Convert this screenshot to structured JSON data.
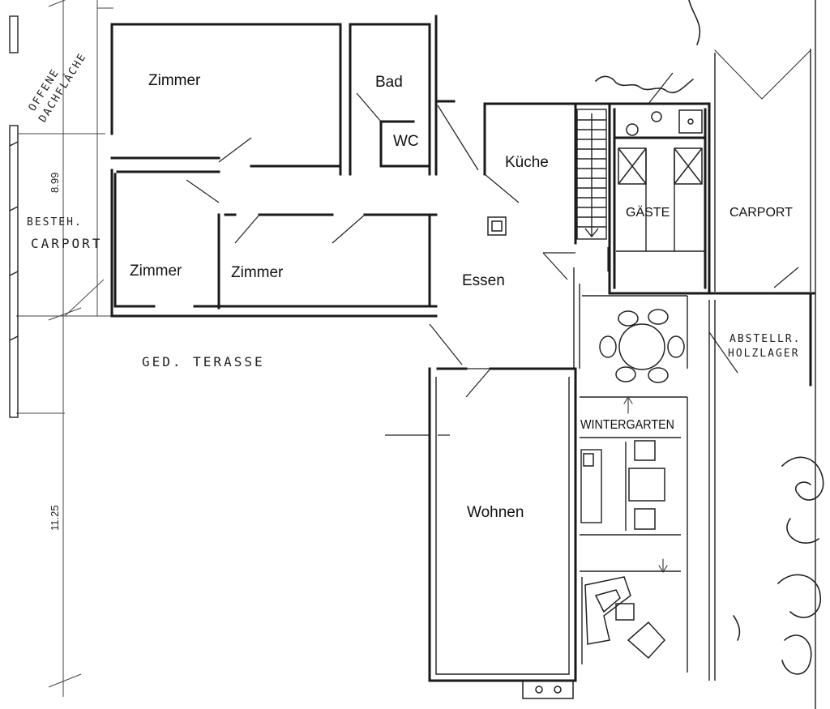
{
  "rooms": [
    {
      "id": "zimmer-1",
      "label": "Zimmer"
    },
    {
      "id": "bad",
      "label": "Bad"
    },
    {
      "id": "wc",
      "label": "WC"
    },
    {
      "id": "kueche",
      "label": "Küche"
    },
    {
      "id": "zimmer-2",
      "label": "Zimmer"
    },
    {
      "id": "zimmer-3",
      "label": "Zimmer"
    },
    {
      "id": "essen",
      "label": "Essen"
    },
    {
      "id": "wohnen",
      "label": "Wohnen"
    },
    {
      "id": "gaeste",
      "label": "GÄSTE"
    },
    {
      "id": "carport",
      "label": "CARPORT"
    },
    {
      "id": "wintergarten",
      "label": "WINTERGARTEN"
    }
  ],
  "notes": {
    "offene_line1": "OFFENE",
    "offene_line2": "DACHFLÄCHE",
    "bestehend_line1": "BESTEH.",
    "bestehend_line2": "CARPORT",
    "terrasse": "GED. TERASSE",
    "abstell_line1": "ABSTELLR.",
    "abstell_line2": "HOLZLAGER"
  },
  "dimensions": {
    "upper": "8.99",
    "lower": "11.25"
  }
}
